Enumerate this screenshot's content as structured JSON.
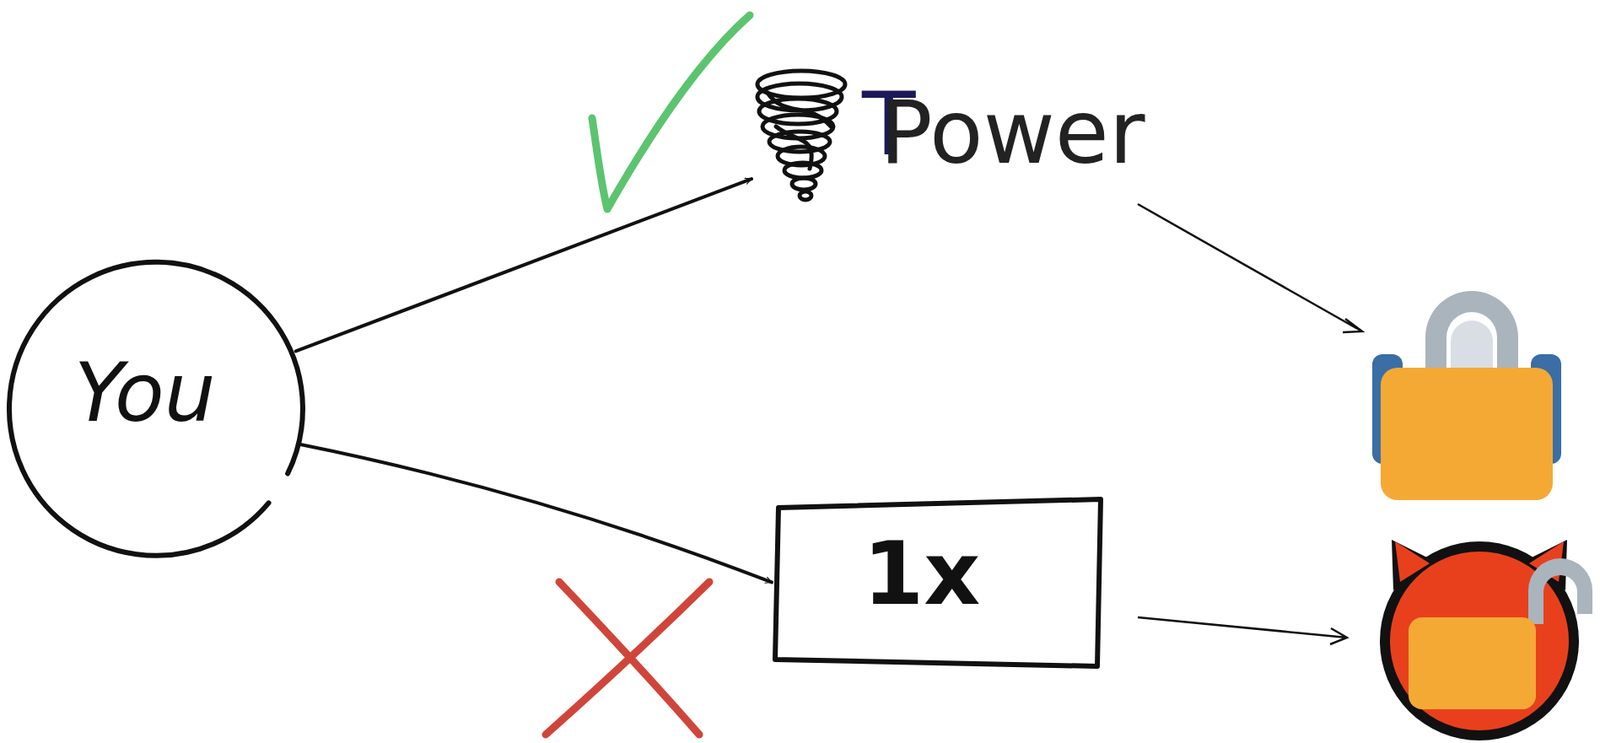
{
  "diagram": {
    "nodes": [
      {
        "text": [
          "You"
        ]
      },
      {
        "text": [
          "T",
          "Power"
        ]
      },
      {
        "text": [
          "1x"
        ]
      }
    ],
    "edges": [
      {
        "from": 0,
        "to": 1,
        "arrow": "to"
      },
      {
        "from": 0,
        "to": 2,
        "arrow": "to"
      }
    ]
  }
}
